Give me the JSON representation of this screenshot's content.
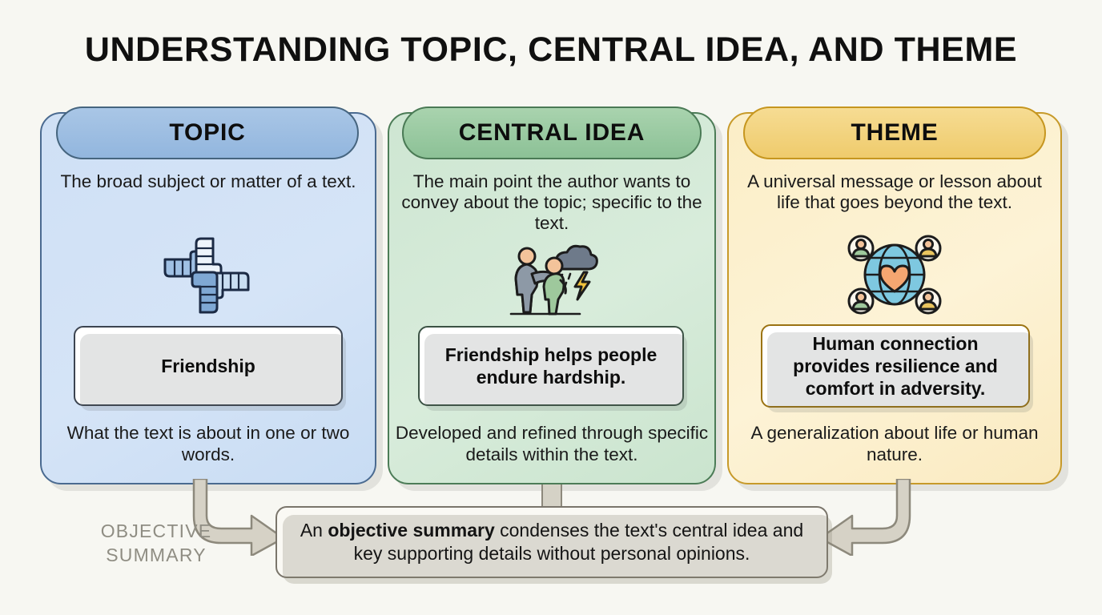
{
  "page": {
    "title": "UNDERSTANDING TOPIC, CENTRAL IDEA, AND THEME",
    "background_color": "#f7f7f2"
  },
  "columns": [
    {
      "key": "topic",
      "header": "TOPIC",
      "description_top": "The broad subject or matter of a text.",
      "example": "Friendship",
      "description_bottom": "What the text is about in one or two words.",
      "icon": "four-hands-teamwork-icon",
      "header_color": "#9cbde2",
      "card_color": "#d3e2f6",
      "border_color": "#4a6a90"
    },
    {
      "key": "central_idea",
      "header": "CENTRAL IDEA",
      "description_top": "The main point the author wants to convey about the topic; specific to the text.",
      "example": "Friendship helps people endure hardship.",
      "description_bottom": "Developed and refined through specific details within the text.",
      "icon": "two-people-storm-cloud-icon",
      "header_color": "#9ccaa4",
      "card_color": "#d4e9d8",
      "border_color": "#4c7c57"
    },
    {
      "key": "theme",
      "header": "THEME",
      "description_top": "A universal message or lesson about life that goes beyond the text.",
      "example": "Human connection provides resilience and comfort in adversity.",
      "description_bottom": "A generalization about life or human nature.",
      "icon": "globe-heart-people-icon",
      "header_color": "#f2d27f",
      "card_color": "#fcf0cd",
      "border_color": "#c79a2a"
    }
  ],
  "summary": {
    "label": "OBJECTIVE SUMMARY",
    "text_part1": "An ",
    "text_bold": "objective summary",
    "text_part2": " condenses the text's central idea and key supporting details without personal opinions.",
    "arrow_left": "elbow-arrow-right-icon",
    "arrow_right": "elbow-arrow-left-icon",
    "connector": "vertical-connector"
  }
}
